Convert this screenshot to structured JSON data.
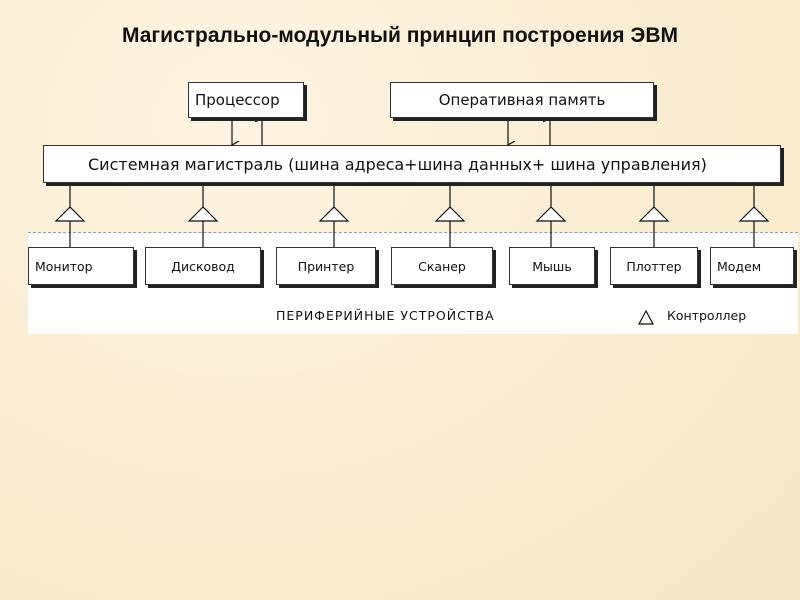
{
  "title": "Магистрально-модульный принцип построения ЭВМ",
  "processor": "Процессор",
  "memory": "Оперативная память",
  "bus": "Системная магистраль (шина адреса+шина данных+ шина управления)",
  "devices": [
    "Монитор",
    "Дисковод",
    "Принтер",
    "Сканер",
    "Мышь",
    "Плоттер",
    "Модем"
  ],
  "peripherals_label": "ПЕРИФЕРИЙНЫЕ УСТРОЙСТВА",
  "legend_label": "Контроллер"
}
